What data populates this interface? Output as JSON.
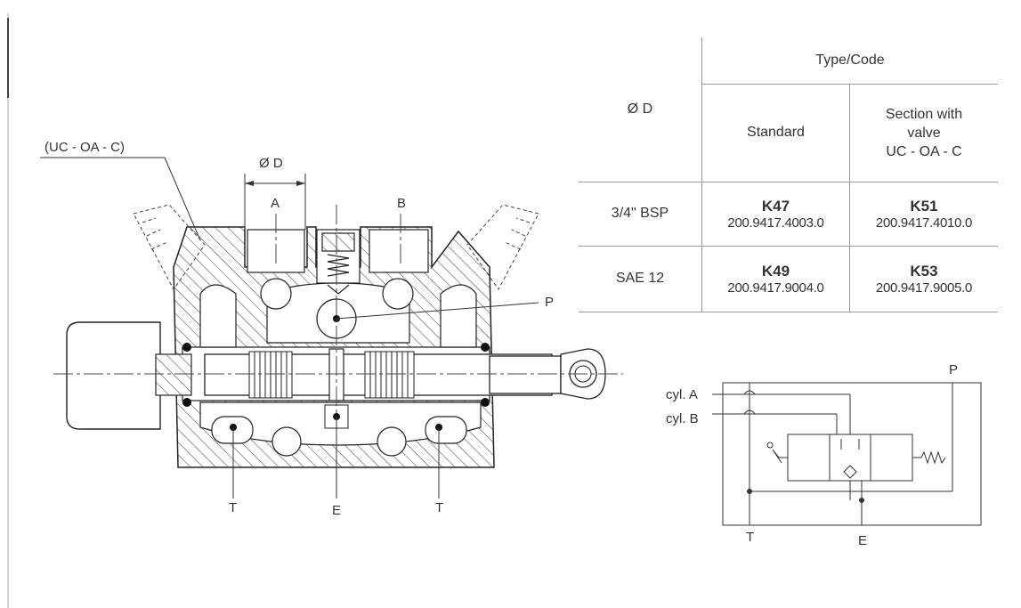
{
  "section_label": "(UC - OA - C)",
  "diameter_label": "Ø D",
  "ports": {
    "a": "A",
    "b": "B",
    "p": "P",
    "t_left": "T",
    "e": "E",
    "t_right": "T"
  },
  "table": {
    "header_d": "Ø D",
    "header_type": "Type/Code",
    "col_standard": "Standard",
    "col_valve_1": "Section with",
    "col_valve_2": "valve",
    "col_valve_3": "UC - OA - C",
    "rows": [
      {
        "d": "3/4\" BSP",
        "std_k": "K47",
        "std_code": "200.9417.4003.0",
        "valve_k": "K51",
        "valve_code": "200.9417.4010.0"
      },
      {
        "d": "SAE 12",
        "std_k": "K49",
        "std_code": "200.9417.9004.0",
        "valve_k": "K53",
        "valve_code": "200.9417.9005.0"
      }
    ]
  },
  "schematic": {
    "cyl_a": "cyl. A",
    "cyl_b": "cyl. B",
    "p": "P",
    "t": "T",
    "e": "E"
  }
}
